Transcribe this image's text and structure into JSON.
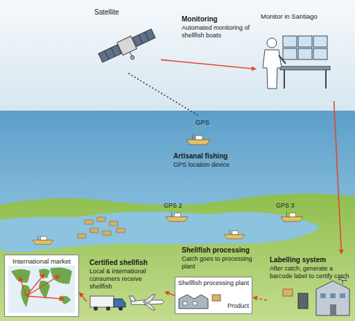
{
  "diagram": {
    "nodes": [
      {
        "text": [
          "Satellite"
        ]
      },
      {
        "text": [
          "Monitor in Santiago"
        ]
      },
      {
        "text": [
          "GPS"
        ]
      },
      {
        "text": [
          "International market"
        ]
      },
      {
        "text": [
          "Certified shellfish",
          "Local & international consumers receive shellfish"
        ]
      },
      {
        "text": [
          "Shellfish processing plant",
          "Product"
        ]
      },
      {
        "text": [
          "Labelling system",
          "After catch, generate a barcode label to certify catch"
        ]
      }
    ],
    "edges": [
      {
        "from": 0,
        "to": 1,
        "arrow": "to"
      },
      {
        "from": 0,
        "to": 2,
        "arrow": "none"
      },
      {
        "from": 1,
        "to": 6,
        "arrow": "to"
      },
      {
        "from": 6,
        "to": 5,
        "arrow": "to"
      },
      {
        "from": 5,
        "to": 4,
        "arrow": "to"
      },
      {
        "from": 4,
        "to": 3,
        "arrow": "to"
      }
    ],
    "labels": [
      "Monitoring",
      "Automated monitoring of shellfish boats",
      "Artisanal fishing",
      "GPS location device",
      "GPS 2",
      "GPS 3",
      "Shellfish processing",
      "Catch goes to processing plant"
    ]
  }
}
